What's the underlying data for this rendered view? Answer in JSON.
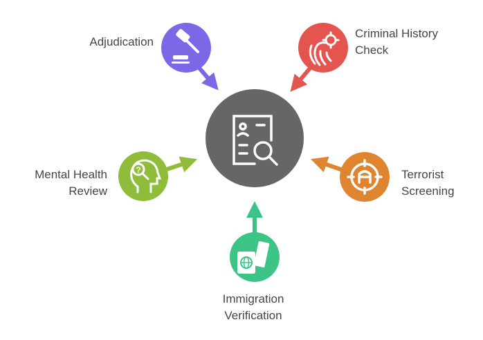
{
  "center": {
    "icon": "document-search-icon",
    "color": "#666666"
  },
  "nodes": [
    {
      "id": "adjudication",
      "lines": [
        "Adjudication"
      ],
      "icon": "gavel-icon",
      "color": "#7B68E6"
    },
    {
      "id": "criminal",
      "lines": [
        "Criminal History",
        "Check"
      ],
      "icon": "fingerprint-target-icon",
      "color": "#E5554F"
    },
    {
      "id": "mental",
      "lines": [
        "Mental Health",
        "Review"
      ],
      "icon": "head-question-search-icon",
      "color": "#8FBC3A"
    },
    {
      "id": "terrorist",
      "lines": [
        "Terrorist",
        "Screening"
      ],
      "icon": "crosshair-mask-icon",
      "color": "#E0852F"
    },
    {
      "id": "immigration",
      "lines": [
        "Immigration",
        "Verification"
      ],
      "icon": "passport-ticket-icon",
      "color": "#3CC487"
    }
  ]
}
